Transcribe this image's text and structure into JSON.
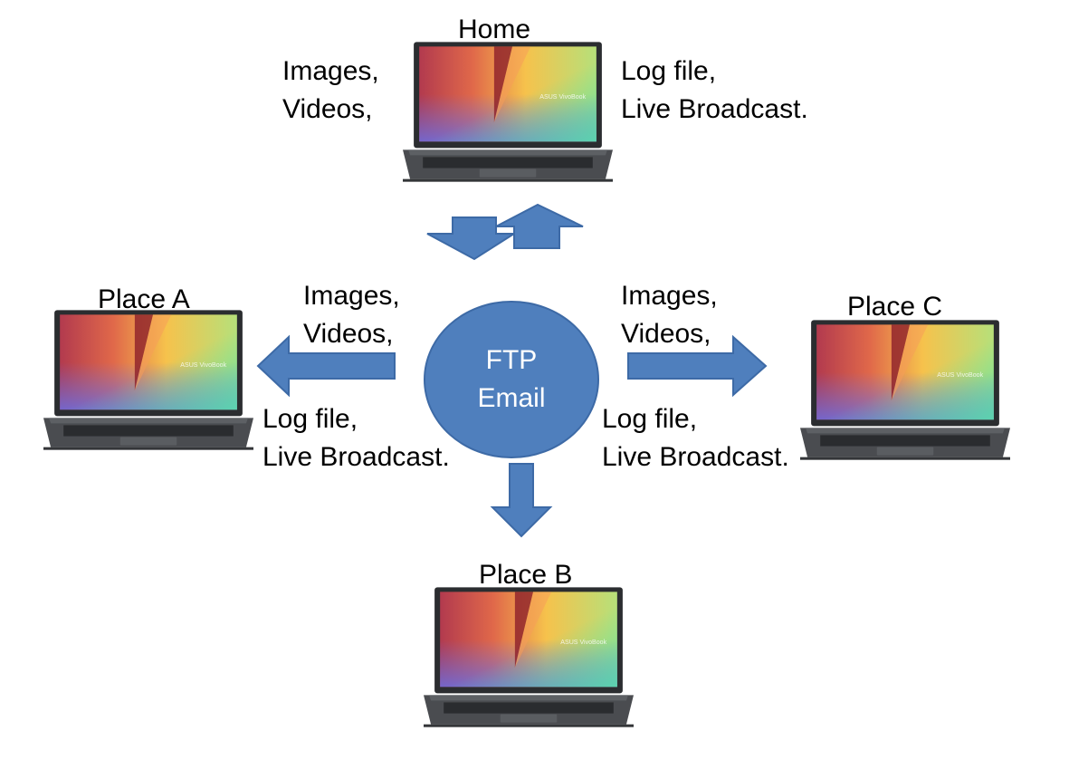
{
  "nodes": {
    "home": {
      "label": "Home"
    },
    "place_a": {
      "label": "Place A"
    },
    "place_b": {
      "label": "Place B"
    },
    "place_c": {
      "label": "Place C"
    }
  },
  "hub": {
    "line1": "FTP",
    "line2": "Email"
  },
  "laptop_brand": "ASUS VivoBook",
  "captions": {
    "home_media": [
      "Images,",
      "Videos,"
    ],
    "home_log": [
      "Log file,",
      "Live Broadcast."
    ],
    "left_media": [
      "Images,",
      "Videos,"
    ],
    "left_log": [
      "Log file,",
      "Live Broadcast."
    ],
    "right_media": [
      "Images,",
      "Videos,"
    ],
    "right_log": [
      "Log file,",
      "Live Broadcast."
    ]
  },
  "colors": {
    "arrow_fill": "#4f7fbd",
    "arrow_stroke": "#3d6aa6",
    "hub_fill": "#4f7fbd",
    "laptop_body": "#4a4c50"
  }
}
